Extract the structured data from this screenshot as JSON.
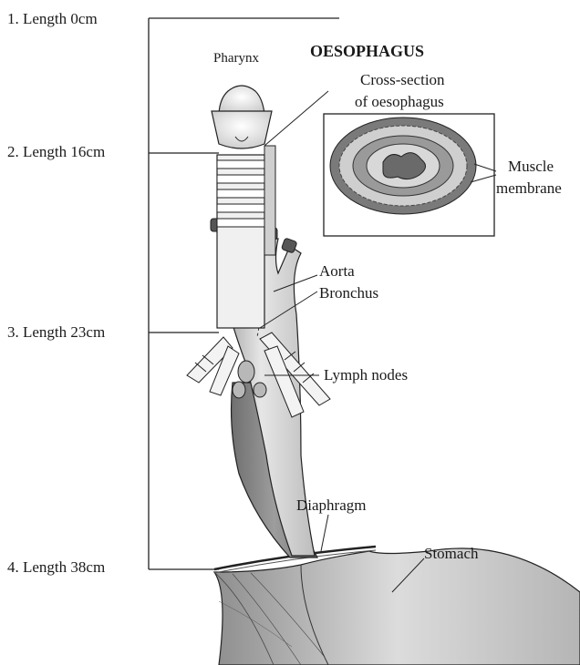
{
  "lengths": [
    {
      "label": "1. Length 0cm"
    },
    {
      "label": "2. Length 16cm"
    },
    {
      "label": "3. Length 23cm"
    },
    {
      "label": "4. Length 38cm"
    }
  ],
  "title": "OESOPHAGUS",
  "labels": {
    "pharynx": "Pharynx",
    "cross_section_line1": "Cross-section",
    "cross_section_line2": "of oesophagus",
    "muscle_line1": "Muscle",
    "muscle_line2": "membrane",
    "aorta": "Aorta",
    "bronchus": "Bronchus",
    "lymph_nodes": "Lymph nodes",
    "diaphragm": "Diaphragm",
    "stomach": "Stomach"
  }
}
